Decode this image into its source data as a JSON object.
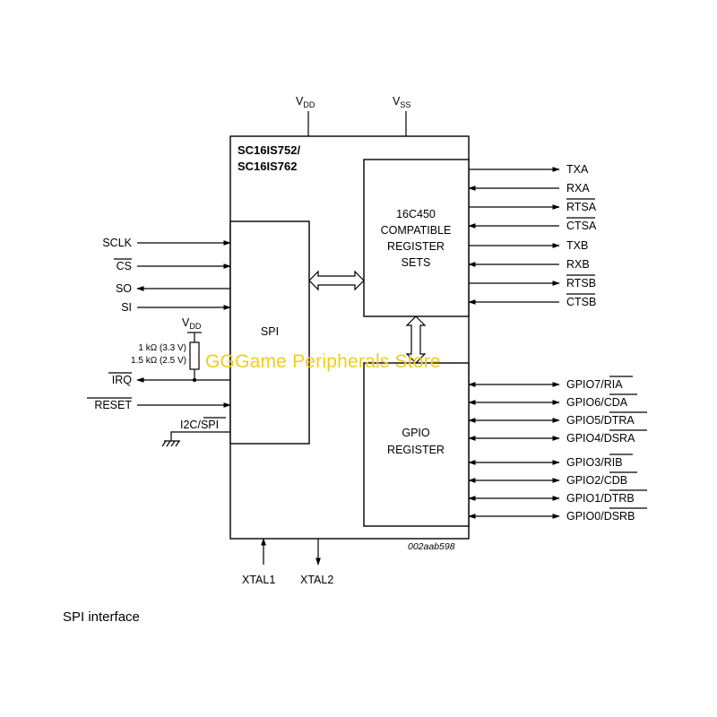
{
  "supply": {
    "vdd": "V",
    "vdd_sub": "DD",
    "vss": "V",
    "vss_sub": "SS"
  },
  "chip": {
    "title_line1": "SC16IS752/",
    "title_line2": "SC16IS762"
  },
  "blocks": {
    "register_line1": "16C450",
    "register_line2": "COMPATIBLE",
    "register_line3": "REGISTER",
    "register_line4": "SETS",
    "spi": "SPI",
    "gpio_line1": "GPIO",
    "gpio_line2": "REGISTER"
  },
  "left_pins": {
    "sclk": "SCLK",
    "cs": "CS",
    "so": "SO",
    "si": "SI",
    "irq": "IRQ",
    "reset": "RESET",
    "i2c_spi_prefix": "I2C/",
    "i2c_spi_suffix": "SPI"
  },
  "resistor": {
    "vdd": "V",
    "vdd_sub": "DD",
    "value1": "1 kΩ (3.3 V)",
    "value2": "1.5 kΩ (2.5 V)"
  },
  "right_pins": {
    "txa": "TXA",
    "rxa": "RXA",
    "rtsa": "RTSA",
    "ctsa": "CTSA",
    "txb": "TXB",
    "rxb": "RXB",
    "rtsb": "RTSB",
    "ctsb": "CTSB",
    "gpio7_prefix": "GPIO7/",
    "gpio7_suffix": "RIA",
    "gpio6_prefix": "GPIO6/",
    "gpio6_suffix": "CDA",
    "gpio5_prefix": "GPIO5/",
    "gpio5_suffix": "DTRA",
    "gpio4_prefix": "GPIO4/",
    "gpio4_suffix": "DSRA",
    "gpio3_prefix": "GPIO3/",
    "gpio3_suffix": "RIB",
    "gpio2_prefix": "GPIO2/",
    "gpio2_suffix": "CDB",
    "gpio1_prefix": "GPIO1/",
    "gpio1_suffix": "DTRB",
    "gpio0_prefix": "GPIO0/",
    "gpio0_suffix": "DSRB"
  },
  "bottom_pins": {
    "xtal1": "XTAL1",
    "xtal2": "XTAL2"
  },
  "figure_ref": "002aab598",
  "caption": "SPI interface",
  "watermark": "GGGame Peripherals Store"
}
